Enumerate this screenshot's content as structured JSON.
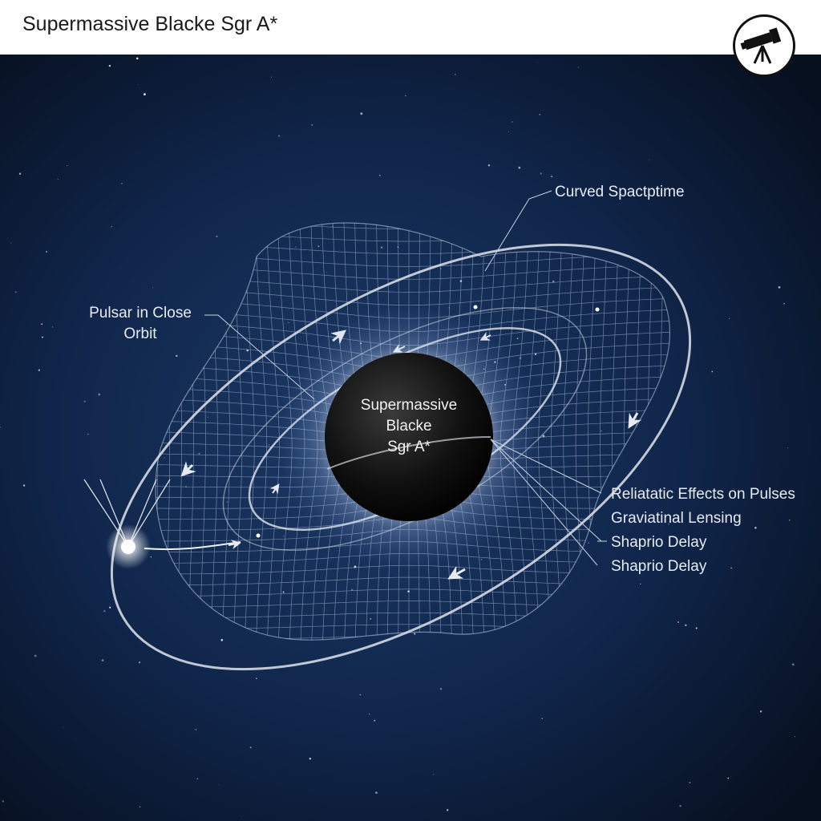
{
  "header": {
    "title": "Supermassive Blacke Sgr A*",
    "logo_icon": "telescope-icon"
  },
  "diagram": {
    "black_hole_label": [
      "Supermassive",
      "Blacke",
      "Sgr A*"
    ],
    "spacetime_label": "Curved Spactptime",
    "pulsar_label": [
      "Pulsar in Close",
      "Orbit"
    ],
    "effects": [
      "Reliatatic Effects on Pulses",
      "Graviatinal Lensing",
      "Shaprio Delay",
      "Shaprio Delay"
    ]
  },
  "colors": {
    "background_center": "#1c3a66",
    "background_edge": "#07101f",
    "grid": "#b9cbe6",
    "orbit": "#dfe4ec",
    "black_hole": "#0d0d0d",
    "header_bg": "#ffffff"
  }
}
